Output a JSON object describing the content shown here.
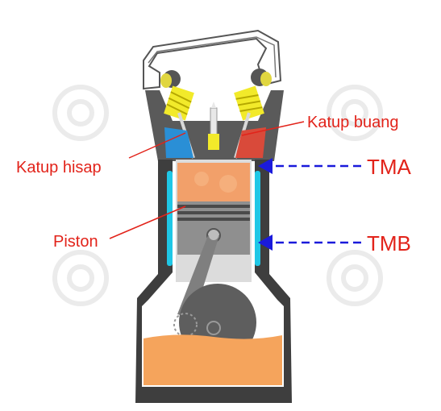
{
  "labels": {
    "intake_valve": "Katup hisap",
    "exhaust_valve": "Katup buang",
    "piston": "Piston",
    "tdc": "TMA",
    "bdc": "TMB"
  },
  "colors": {
    "label_text": "#e2231a",
    "pointer_line": "#e2231a",
    "dead_center_arrow": "#1a1adb",
    "engine_body": "#4a4a4a",
    "cylinder_wall": "#7a7a7a",
    "coolant_channel": "#1fc7e6",
    "intake_port": "#2a8fd6",
    "exhaust_port": "#d94a3a",
    "valve_spring": "#f2ea2a",
    "combustion_mix": "#f2a06a",
    "crankcase_oil": "#f5a45c",
    "piston": "#8f8f8f",
    "watermark": "#e6e6e6"
  },
  "icons": [
    "watermark-gear-icon",
    "watermark-gear-icon",
    "watermark-gear-icon",
    "watermark-gear-icon"
  ]
}
